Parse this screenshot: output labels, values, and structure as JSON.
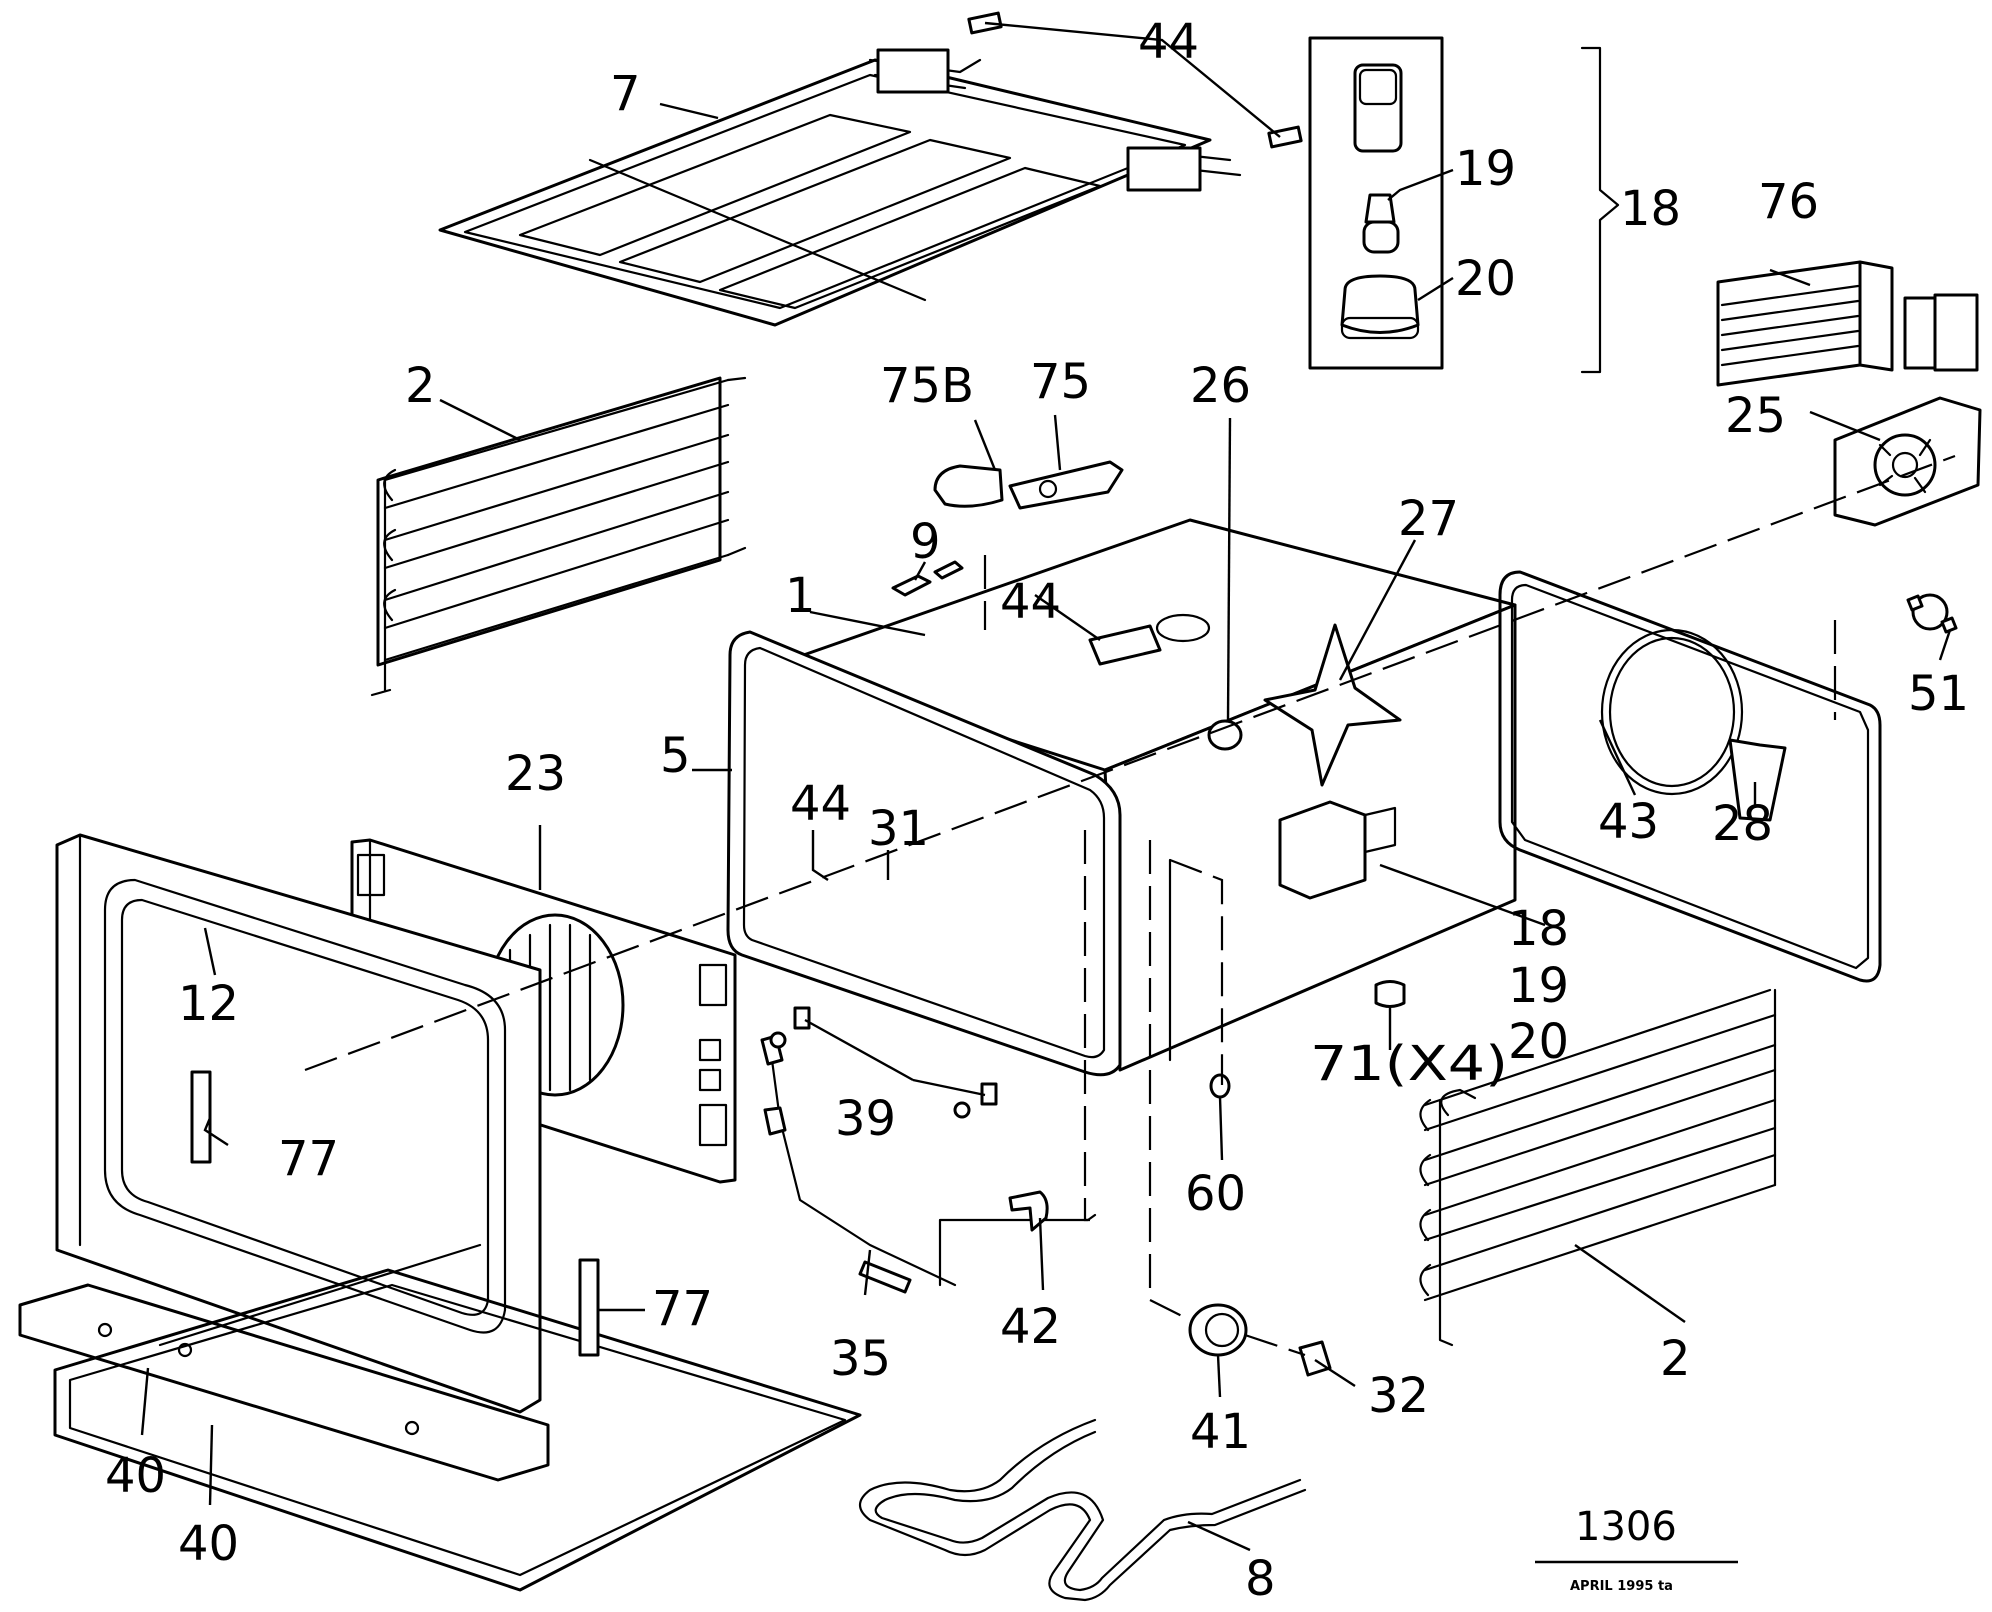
{
  "figure": {
    "number": "1306",
    "date": "APRIL 1995 ta"
  },
  "labels": [
    {
      "id": "7",
      "text": "7"
    },
    {
      "id": "44-top",
      "text": "44"
    },
    {
      "id": "19-top",
      "text": "19"
    },
    {
      "id": "18-top",
      "text": "18"
    },
    {
      "id": "20-top",
      "text": "20"
    },
    {
      "id": "76",
      "text": "76"
    },
    {
      "id": "2-left",
      "text": "2"
    },
    {
      "id": "75B",
      "text": "75B"
    },
    {
      "id": "75",
      "text": "75"
    },
    {
      "id": "26",
      "text": "26"
    },
    {
      "id": "25",
      "text": "25"
    },
    {
      "id": "27",
      "text": "27"
    },
    {
      "id": "9",
      "text": "9"
    },
    {
      "id": "1",
      "text": "1"
    },
    {
      "id": "44-mid",
      "text": "44"
    },
    {
      "id": "51",
      "text": "51"
    },
    {
      "id": "5",
      "text": "5"
    },
    {
      "id": "23",
      "text": "23"
    },
    {
      "id": "44-low",
      "text": "44"
    },
    {
      "id": "31",
      "text": "31"
    },
    {
      "id": "43",
      "text": "43"
    },
    {
      "id": "28",
      "text": "28"
    },
    {
      "id": "18-low",
      "text": "18"
    },
    {
      "id": "19-low",
      "text": "19"
    },
    {
      "id": "20-low",
      "text": "20"
    },
    {
      "id": "12",
      "text": "12"
    },
    {
      "id": "71",
      "text": "71(X4)"
    },
    {
      "id": "39",
      "text": "39"
    },
    {
      "id": "77-a",
      "text": "77"
    },
    {
      "id": "60",
      "text": "60"
    },
    {
      "id": "77-b",
      "text": "77"
    },
    {
      "id": "35",
      "text": "35"
    },
    {
      "id": "42",
      "text": "42"
    },
    {
      "id": "2-right",
      "text": "2"
    },
    {
      "id": "32",
      "text": "32"
    },
    {
      "id": "41",
      "text": "41"
    },
    {
      "id": "40-a",
      "text": "40"
    },
    {
      "id": "40-b",
      "text": "40"
    },
    {
      "id": "8",
      "text": "8"
    }
  ]
}
